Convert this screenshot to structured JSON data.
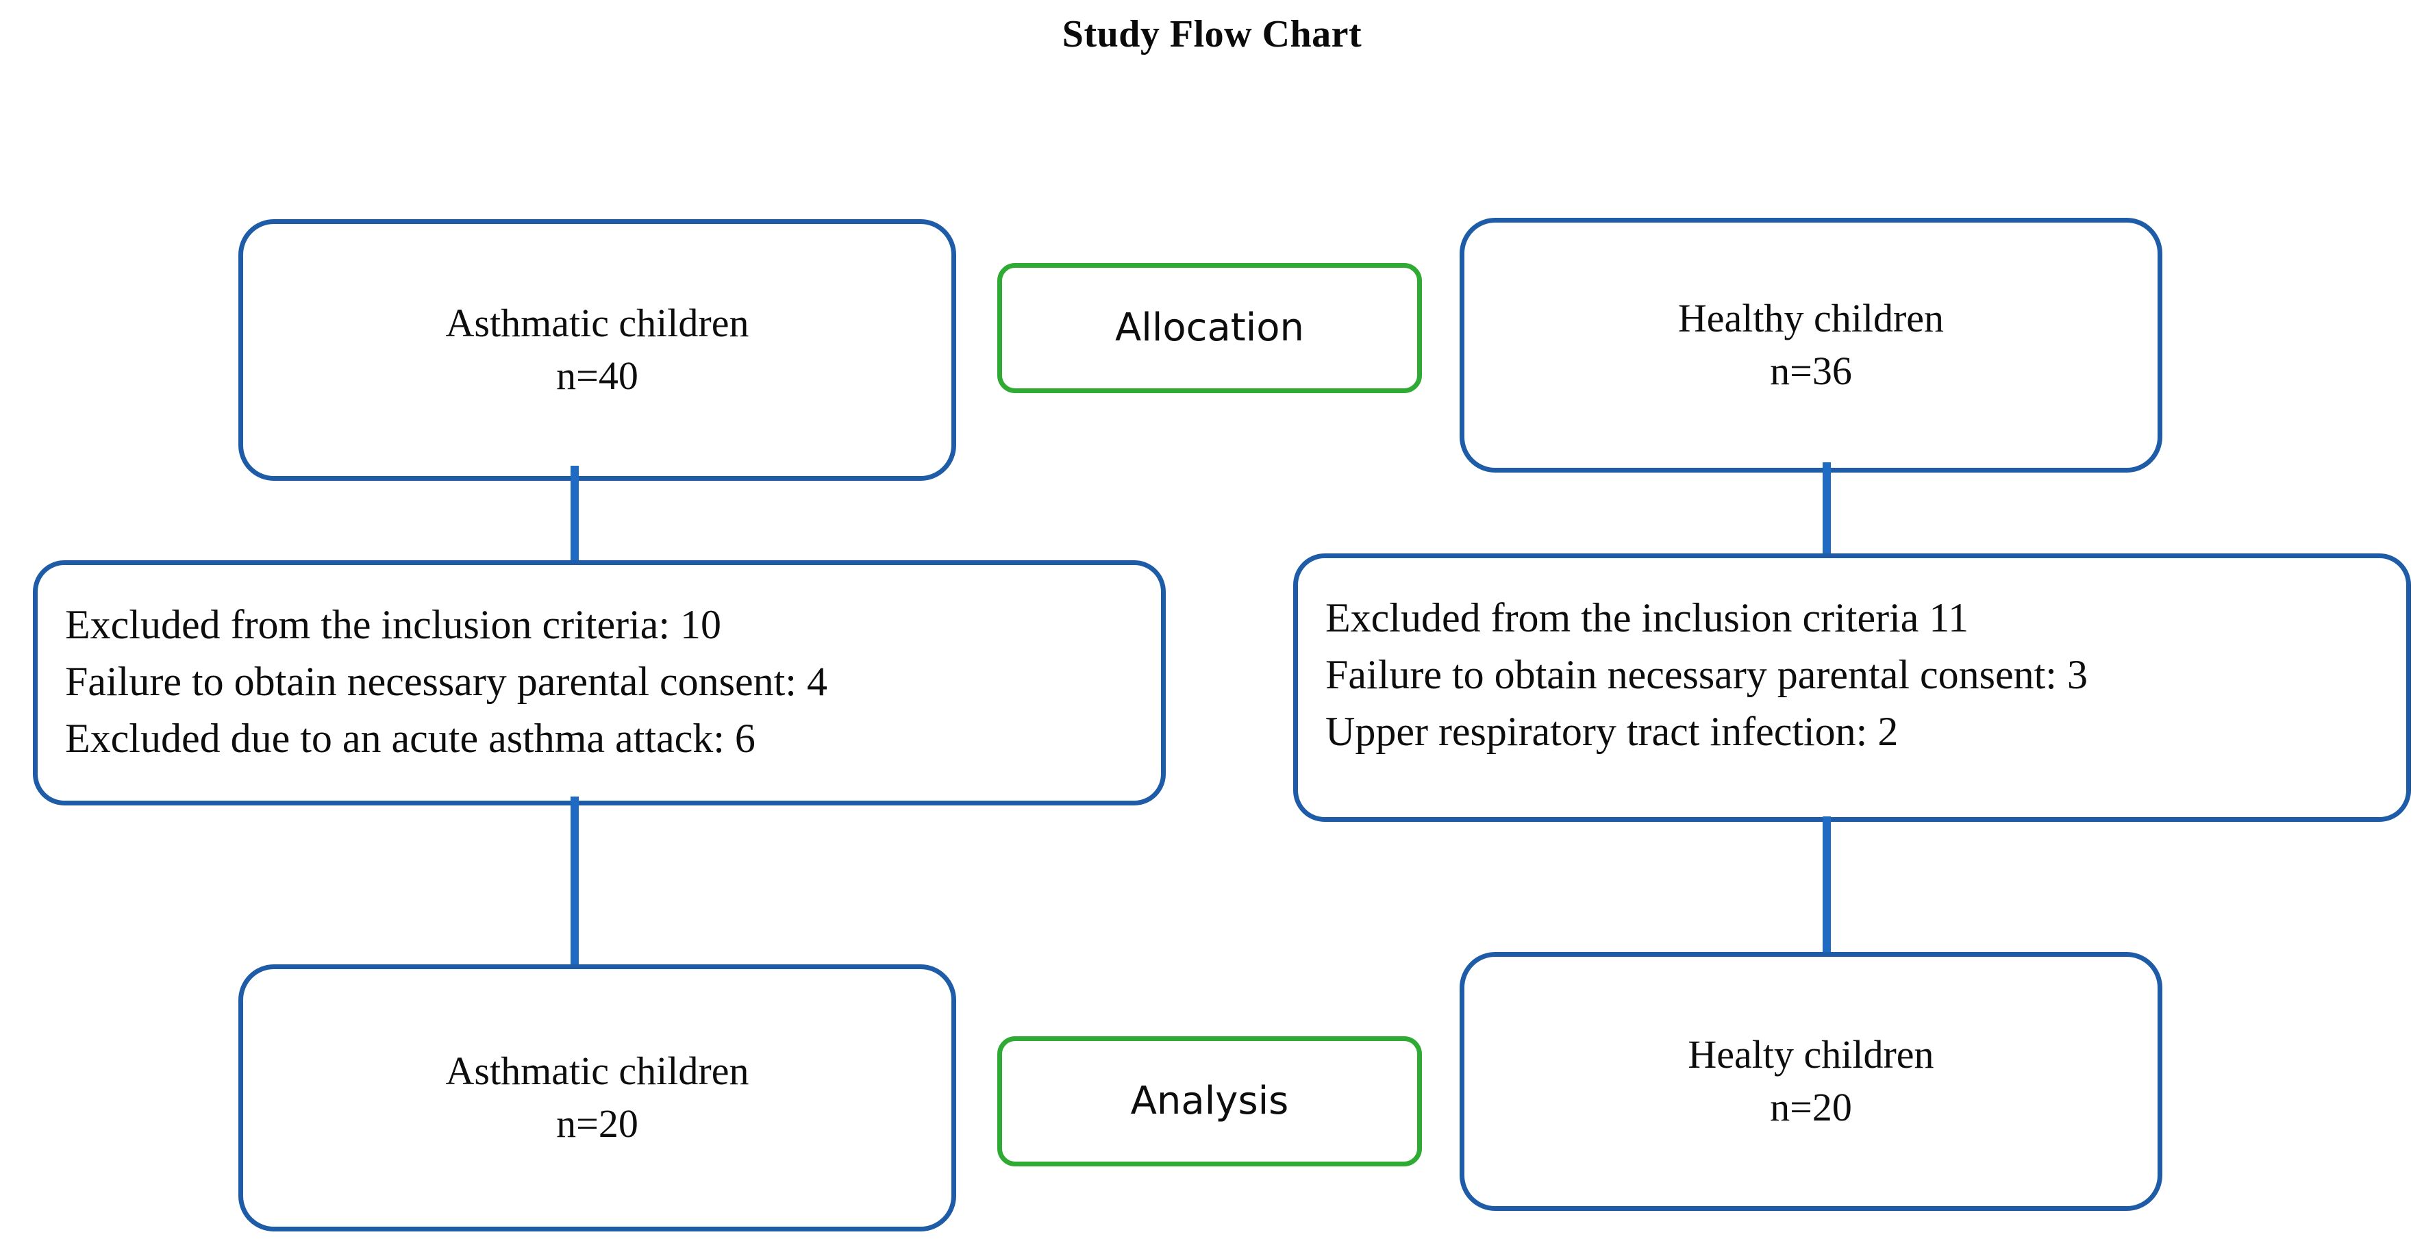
{
  "title": "Study Flow Chart",
  "colors": {
    "box_border_blue": "#1F5CA8",
    "stage_border_green": "#2FAB34",
    "connector_blue": "#1F6BC4",
    "text": "#0d0d0d",
    "background": "#ffffff"
  },
  "nodes": {
    "asthmatic_top": {
      "line1": "Asthmatic children",
      "line2": "n=40"
    },
    "allocation": {
      "label": "Allocation"
    },
    "healthy_top": {
      "line1": "Healthy children",
      "line2": "n=36"
    },
    "exclusion_left": {
      "line1": "Excluded from the inclusion criteria: 10",
      "line2": "Failure to obtain necessary parental consent: 4",
      "line3": "Excluded due to an acute asthma attack: 6"
    },
    "exclusion_right": {
      "line1": "Excluded from the inclusion criteria 11",
      "line2": "Failure to obtain necessary parental consent: 3",
      "line3": "Upper respiratory tract infection: 2"
    },
    "asthmatic_bottom": {
      "line1": "Asthmatic children",
      "line2": "n=20"
    },
    "analysis": {
      "label": "Analysis"
    },
    "healty_bottom": {
      "line1": "Healty children",
      "line2": "n=20"
    }
  },
  "chart_data": {
    "type": "diagram",
    "title": "Study Flow Chart",
    "diagram_kind": "study-flow-chart",
    "arms": [
      {
        "name": "Asthmatic",
        "enrolled_label": "Asthmatic children",
        "enrolled_n": 40,
        "exclusions": [
          {
            "reason": "Excluded from the inclusion criteria",
            "count": 10
          },
          {
            "reason": "Failure to obtain necessary parental consent",
            "count": 4
          },
          {
            "reason": "Excluded due to an acute asthma attack",
            "count": 6
          }
        ],
        "analyzed_label": "Asthmatic children",
        "analyzed_n": 20
      },
      {
        "name": "Healthy",
        "enrolled_label": "Healthy children",
        "enrolled_n": 36,
        "exclusions": [
          {
            "reason": "Excluded from the inclusion criteria",
            "count": 11
          },
          {
            "reason": "Failure to obtain necessary parental consent",
            "count": 3
          },
          {
            "reason": "Upper respiratory tract infection",
            "count": 2
          }
        ],
        "analyzed_label": "Healty children",
        "analyzed_n": 20
      }
    ],
    "stages": [
      "Allocation",
      "Analysis"
    ]
  }
}
